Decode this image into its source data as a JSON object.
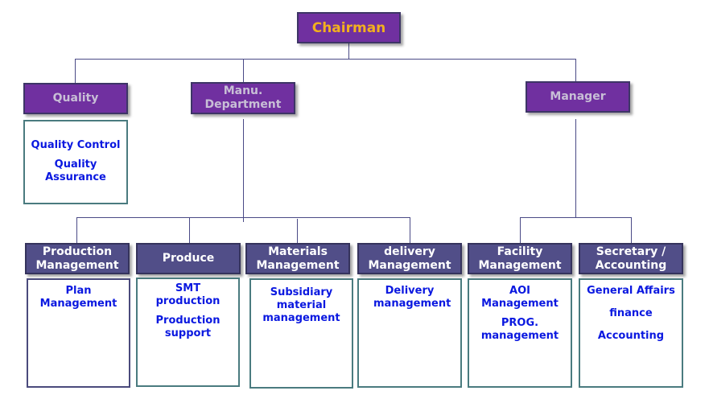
{
  "chart": {
    "root": "Chairman",
    "level1": [
      {
        "label": "Quality"
      },
      {
        "label": "Manu. Department"
      },
      {
        "label": "Manager"
      }
    ],
    "quality_details": [
      "Quality Control",
      "Quality Assurance"
    ],
    "level2": [
      {
        "label": "Production Management",
        "details": [
          "Plan Management"
        ]
      },
      {
        "label": "Produce",
        "details": [
          "SMT production",
          "Production support"
        ]
      },
      {
        "label": "Materials Management",
        "details": [
          "Subsidiary material management"
        ]
      },
      {
        "label": "delivery Management",
        "details": [
          "Delivery management"
        ]
      },
      {
        "label": "Facility Management",
        "details": [
          "AOI Management",
          "PROG. management"
        ]
      },
      {
        "label": "Secretary / Accounting",
        "details": [
          "General Affairs",
          "finance",
          "Accounting"
        ]
      }
    ]
  },
  "colors": {
    "root_fill": "#7030a0",
    "root_text": "#f2b01e",
    "level2_fill": "#514e88",
    "detail_text": "#0a18e0"
  }
}
